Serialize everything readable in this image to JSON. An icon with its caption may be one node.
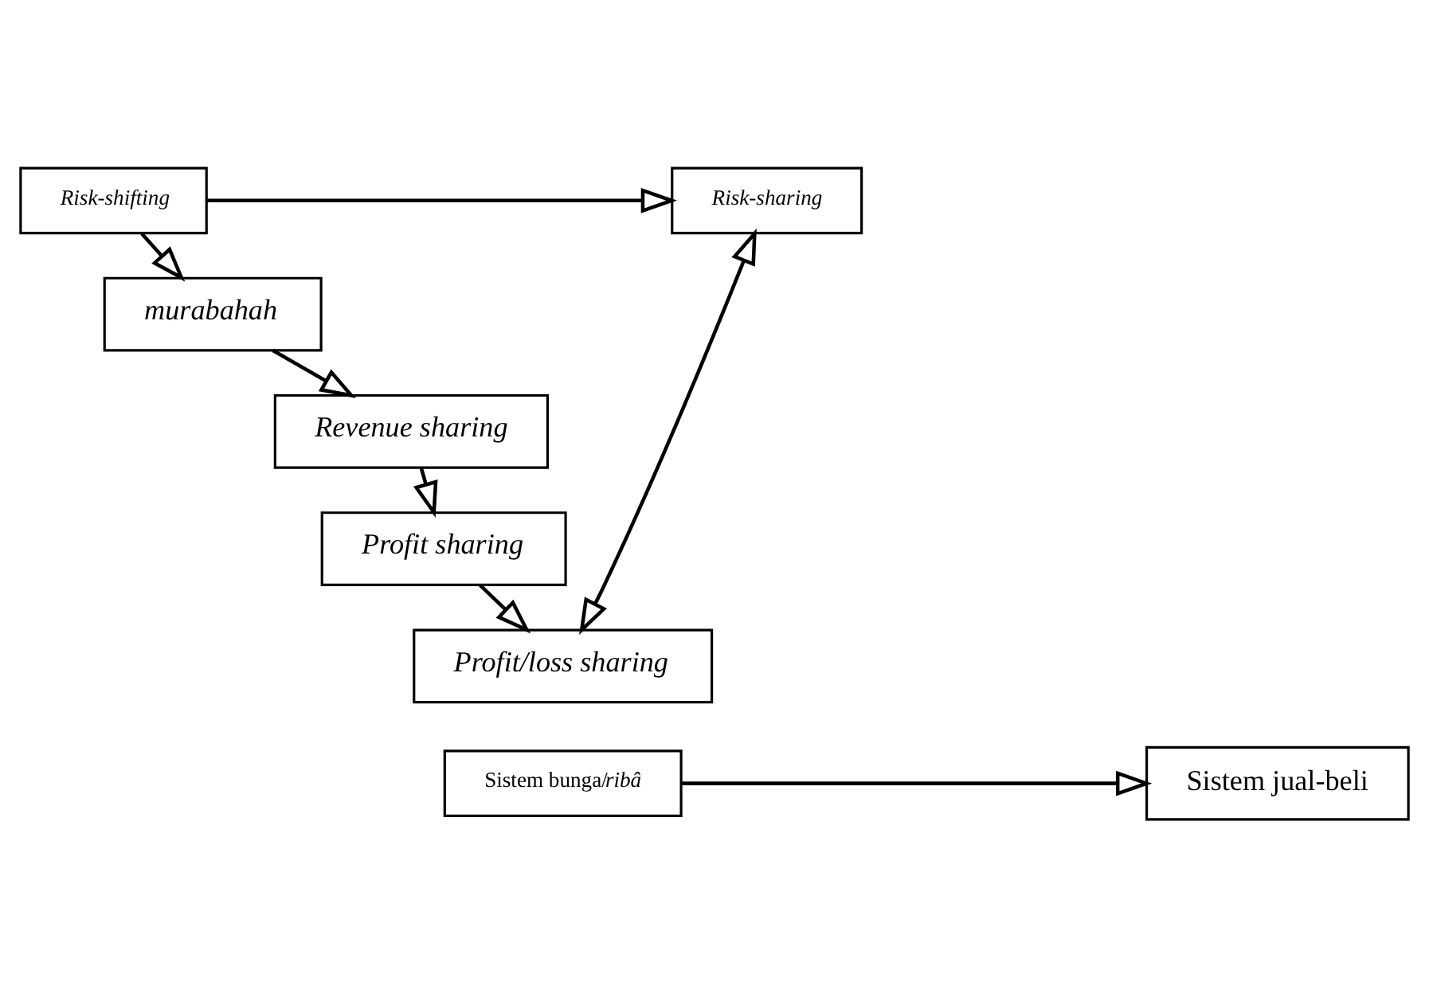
{
  "diagram": {
    "nodes": [
      {
        "text": [
          "Risk-shifting"
        ]
      },
      {
        "text": [
          "Risk-sharing"
        ]
      },
      {
        "text": [
          "murabahah"
        ]
      },
      {
        "text": [
          "Revenue sharing"
        ]
      },
      {
        "text": [
          "Profit sharing"
        ]
      },
      {
        "text": [
          "Profit/loss sharing"
        ]
      },
      {
        "text": [
          "Sistem bunga/*ribâ*"
        ]
      },
      {
        "text": [
          "Sistem jual-beli"
        ]
      }
    ],
    "edges": [
      {
        "from": 0,
        "to": 1,
        "arrow": "to"
      },
      {
        "from": 0,
        "to": 2,
        "arrow": "to"
      },
      {
        "from": 2,
        "to": 3,
        "arrow": "to"
      },
      {
        "from": 3,
        "to": 4,
        "arrow": "to"
      },
      {
        "from": 4,
        "to": 5,
        "arrow": "to"
      },
      {
        "from": 1,
        "to": 5,
        "arrow": "both"
      },
      {
        "from": 6,
        "to": 7,
        "arrow": "to"
      }
    ]
  }
}
